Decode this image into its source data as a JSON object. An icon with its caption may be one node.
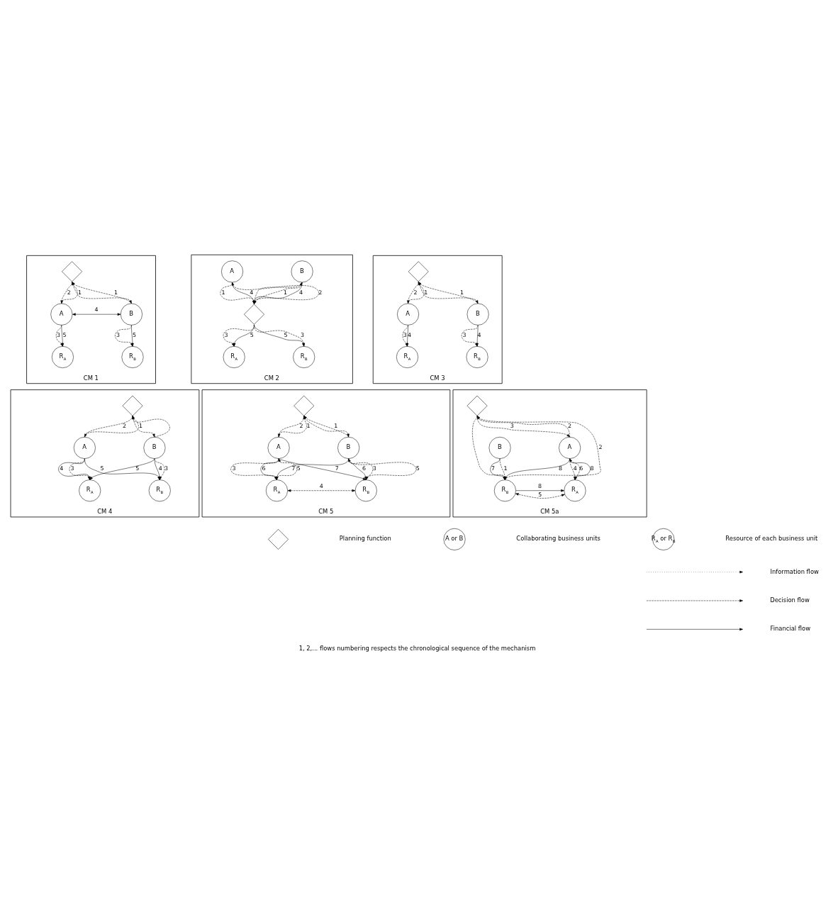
{
  "diagram": {
    "caption": "1, 2,... flows numbering respects the chronological sequence of the mechanism",
    "nodes": [
      {
        "text": [
          "CM 1"
        ]
      },
      {
        "text": [],
        "shape": "diamond",
        "in": 0
      },
      {
        "text": [
          "A"
        ],
        "in": 0
      },
      {
        "text": [
          "B"
        ],
        "in": 0
      },
      {
        "text": [
          "R$_{A}$"
        ],
        "in": 0
      },
      {
        "text": [
          "R$_{B}$"
        ],
        "in": 0
      },
      {
        "text": [
          "CM 2"
        ]
      },
      {
        "text": [
          "A"
        ],
        "in": 6
      },
      {
        "text": [
          "B"
        ],
        "in": 6
      },
      {
        "text": [],
        "shape": "diamond",
        "in": 6
      },
      {
        "text": [
          "R$_{A}$"
        ],
        "in": 6
      },
      {
        "text": [
          "R$_{B}$"
        ],
        "in": 6
      },
      {
        "text": [
          "CM 3"
        ]
      },
      {
        "text": [],
        "shape": "diamond",
        "in": 12
      },
      {
        "text": [
          "A"
        ],
        "in": 12
      },
      {
        "text": [
          "B"
        ],
        "in": 12
      },
      {
        "text": [
          "R$_{A}$"
        ],
        "in": 12
      },
      {
        "text": [
          "R$_{B}$"
        ],
        "in": 12
      },
      {
        "text": [
          "CM 4"
        ]
      },
      {
        "text": [],
        "shape": "diamond",
        "in": 18
      },
      {
        "text": [
          "A"
        ],
        "in": 18
      },
      {
        "text": [
          "B"
        ],
        "in": 18
      },
      {
        "text": [
          "R$_{A}$"
        ],
        "in": 18
      },
      {
        "text": [
          "R$_{B}$"
        ],
        "in": 18
      },
      {
        "text": [
          "CM 5"
        ]
      },
      {
        "text": [],
        "shape": "diamond",
        "in": 24
      },
      {
        "text": [
          "A"
        ],
        "in": 24
      },
      {
        "text": [
          "B"
        ],
        "in": 24
      },
      {
        "text": [
          "R$_{A}$"
        ],
        "in": 24
      },
      {
        "text": [
          "R$_{B}$"
        ],
        "in": 24
      },
      {
        "text": [
          "CM 5a"
        ]
      },
      {
        "text": [],
        "shape": "diamond",
        "in": 30
      },
      {
        "text": [
          "A"
        ],
        "in": 30
      },
      {
        "text": [
          "B"
        ],
        "in": 30
      },
      {
        "text": [
          "R$_{A}$"
        ],
        "in": 30
      },
      {
        "text": [
          "R$_{B}$"
        ],
        "in": 30
      },
      {
        "text": [],
        "shape": "diamond"
      },
      {
        "text": [
          "A or B"
        ]
      },
      {
        "text": [
          "R$_{A}$ or R$_{B}$"
        ]
      }
    ],
    "edges": [
      {
        "from": 2,
        "to": 1,
        "arrow": "to",
        "label": "1",
        "style": "dashed"
      },
      {
        "from": 3,
        "to": 1,
        "arrow": "to",
        "label": "1",
        "style": "dashed"
      },
      {
        "from": 1,
        "to": 2,
        "arrow": "to",
        "label": "2",
        "style": "dashed"
      },
      {
        "from": 1,
        "to": 3,
        "arrow": "to",
        "style": "dashed"
      },
      {
        "from": 2,
        "to": 3,
        "arrow": "both",
        "label": "4"
      },
      {
        "from": 2,
        "to": 4,
        "arrow": "to",
        "label": "3",
        "style": "dashed"
      },
      {
        "from": 2,
        "to": 4,
        "arrow": "to",
        "label": "5"
      },
      {
        "from": 3,
        "to": 5,
        "arrow": "to",
        "label": "3",
        "style": "dashed"
      },
      {
        "from": 3,
        "to": 5,
        "arrow": "to",
        "label": "5"
      },
      {
        "from": 7,
        "to": 9,
        "arrow": "to",
        "label": "1",
        "style": "dashed"
      },
      {
        "from": 8,
        "to": 9,
        "arrow": "to",
        "label": "1",
        "style": "dashed"
      },
      {
        "from": 9,
        "to": 7,
        "arrow": "to",
        "label": "2",
        "style": "dashed"
      },
      {
        "from": 9,
        "to": 8,
        "arrow": "to",
        "style": "dashed"
      },
      {
        "from": 7,
        "to": 9,
        "arrow": "to",
        "label": "4"
      },
      {
        "from": 8,
        "to": 9,
        "arrow": "to",
        "label": "4"
      },
      {
        "from": 9,
        "to": 10,
        "arrow": "to",
        "label": "3",
        "style": "dashed"
      },
      {
        "from": 9,
        "to": 10,
        "arrow": "to",
        "label": "5"
      },
      {
        "from": 9,
        "to": 11,
        "arrow": "to",
        "label": "5"
      },
      {
        "from": 9,
        "to": 11,
        "arrow": "to",
        "label": "3",
        "style": "dashed"
      },
      {
        "from": 14,
        "to": 13,
        "arrow": "to",
        "label": "1",
        "style": "dashed"
      },
      {
        "from": 15,
        "to": 13,
        "arrow": "to",
        "label": "1",
        "style": "dashed"
      },
      {
        "from": 13,
        "to": 14,
        "arrow": "to",
        "label": "2",
        "style": "dashed"
      },
      {
        "from": 13,
        "to": 15,
        "arrow": "to",
        "style": "dashed"
      },
      {
        "from": 14,
        "to": 16,
        "arrow": "to",
        "label": "3",
        "style": "dashed"
      },
      {
        "from": 14,
        "to": 16,
        "arrow": "to",
        "label": "4"
      },
      {
        "from": 15,
        "to": 17,
        "arrow": "to",
        "label": "3",
        "style": "dashed"
      },
      {
        "from": 15,
        "to": 17,
        "arrow": "to",
        "label": "4"
      },
      {
        "from": 20,
        "to": 19,
        "arrow": "to",
        "label": "1",
        "style": "dashed"
      },
      {
        "from": 21,
        "to": 19,
        "arrow": "to",
        "style": "dashed"
      },
      {
        "from": 19,
        "to": 20,
        "arrow": "to",
        "label": "2",
        "style": "dashed"
      },
      {
        "from": 19,
        "to": 21,
        "arrow": "to",
        "style": "dashed"
      },
      {
        "from": 20,
        "to": 22,
        "arrow": "to",
        "label": "3",
        "style": "dashed"
      },
      {
        "from": 20,
        "to": 22,
        "arrow": "to",
        "label": "4"
      },
      {
        "from": 20,
        "to": 23,
        "arrow": "to",
        "label": "5"
      },
      {
        "from": 21,
        "to": 22,
        "arrow": "to",
        "label": "5"
      },
      {
        "from": 21,
        "to": 23,
        "arrow": "to",
        "label": "4"
      },
      {
        "from": 21,
        "to": 23,
        "arrow": "to",
        "label": "3",
        "style": "dashed"
      },
      {
        "from": 26,
        "to": 25,
        "arrow": "to",
        "label": "1",
        "style": "dashed"
      },
      {
        "from": 27,
        "to": 25,
        "arrow": "to",
        "label": "1",
        "style": "dashed"
      },
      {
        "from": 25,
        "to": 26,
        "arrow": "to",
        "label": "2",
        "style": "dashed"
      },
      {
        "from": 25,
        "to": 27,
        "arrow": "to",
        "style": "dashed"
      },
      {
        "from": 26,
        "to": 28,
        "arrow": "to",
        "label": "3",
        "style": "dashed"
      },
      {
        "from": 28,
        "to": 26,
        "arrow": "to",
        "label": "5",
        "style": "dashed"
      },
      {
        "from": 26,
        "to": 28,
        "arrow": "to",
        "label": "6"
      },
      {
        "from": 26,
        "to": 29,
        "arrow": "to",
        "label": "7"
      },
      {
        "from": 27,
        "to": 28,
        "arrow": "to",
        "label": "7"
      },
      {
        "from": 27,
        "to": 29,
        "arrow": "to",
        "label": "6"
      },
      {
        "from": 29,
        "to": 27,
        "arrow": "to",
        "label": "5",
        "style": "dashed"
      },
      {
        "from": 27,
        "to": 29,
        "arrow": "to",
        "label": "3",
        "style": "dashed"
      },
      {
        "from": 28,
        "to": 29,
        "arrow": "both",
        "label": "4",
        "style": "dashed"
      },
      {
        "from": 32,
        "to": 31,
        "arrow": "to",
        "label": "2",
        "style": "dashed"
      },
      {
        "from": 35,
        "to": 31,
        "arrow": "to",
        "label": "2",
        "style": "dashed"
      },
      {
        "from": 31,
        "to": 32,
        "arrow": "to",
        "label": "3",
        "style": "dashed"
      },
      {
        "from": 31,
        "to": 35,
        "arrow": "to",
        "style": "dashed"
      },
      {
        "from": 33,
        "to": 35,
        "arrow": "to",
        "label": "1",
        "style": "dashed"
      },
      {
        "from": 33,
        "to": 35,
        "arrow": "to",
        "label": "7"
      },
      {
        "from": 32,
        "to": 34,
        "arrow": "to",
        "label": "4",
        "style": "dashed"
      },
      {
        "from": 34,
        "to": 32,
        "arrow": "to",
        "label": "6",
        "style": "dashed"
      },
      {
        "from": 32,
        "to": 34,
        "arrow": "to",
        "label": "8"
      },
      {
        "from": 32,
        "to": 35,
        "arrow": "to",
        "label": "8"
      },
      {
        "from": 35,
        "to": 34,
        "arrow": "to",
        "label": "8"
      },
      {
        "from": 34,
        "to": 35,
        "arrow": "both",
        "label": "5",
        "style": "dashed"
      }
    ],
    "legend": [
      {
        "text": "Planning function"
      },
      {
        "text": "Collaborating business units"
      },
      {
        "text": "Resource of each business unit"
      },
      {
        "text": "Information flow"
      },
      {
        "text": "Decision flow"
      },
      {
        "text": "Financial flow"
      }
    ]
  }
}
